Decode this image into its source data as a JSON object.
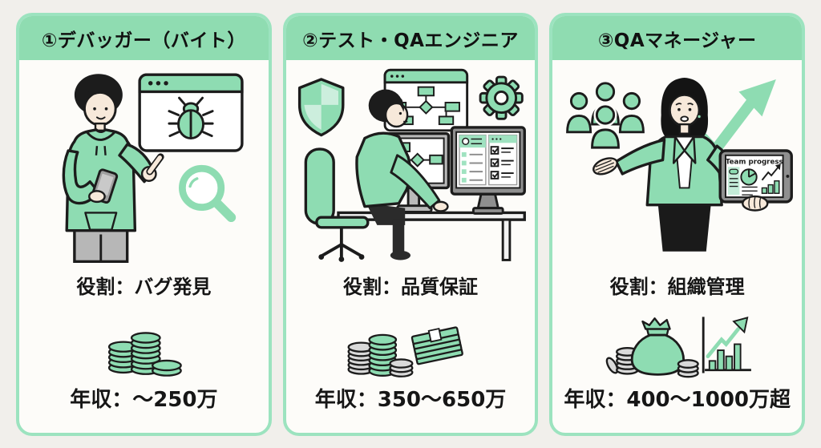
{
  "page": {
    "type": "career-path-infographic",
    "language": "ja"
  },
  "colors": {
    "background": "#f1efeb",
    "card_background": "#fdfcf9",
    "header_green": "#8fdcb1",
    "border_green": "#9ce3bf",
    "illustration_green": "#8edcb2",
    "light_green": "#cceedd",
    "outline": "#1c1c1c",
    "gray": "#b7b7b7",
    "text": "#161616"
  },
  "cards": [
    {
      "id": "debugger",
      "title": "①デバッガー（バイト）",
      "illustration": "person-with-phone-pointing-at-bug-browser-window-and-magnifier",
      "role": "役割：バグ発見",
      "money_icon": "coin-stacks",
      "income": "年収：〜250万"
    },
    {
      "id": "test-qa-engineer",
      "title": "②テスト・QAエンジニア",
      "illustration": "engineer-at-dual-monitors-with-shield-flowchart-and-gear",
      "role": "役割：品質保証",
      "money_icon": "coin-stacks-and-banknotes",
      "income": "年収：350〜650万"
    },
    {
      "id": "qa-manager",
      "title": "③QAマネージャー",
      "illustration": "manager-presenting-team-icon-with-rising-arrow-and-tablet",
      "tablet_label": "Team progress",
      "role": "役割：組織管理",
      "money_icon": "money-bag-and-growth-chart",
      "income": "年収：400〜1000万超"
    }
  ]
}
